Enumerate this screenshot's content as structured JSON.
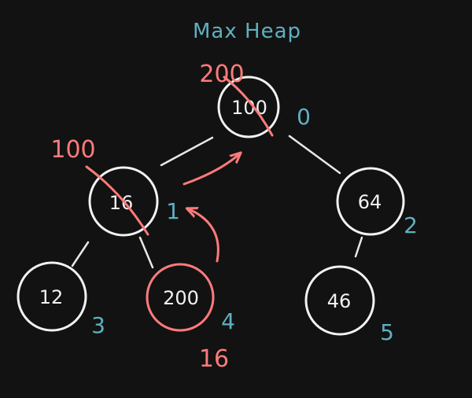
{
  "title": "Max Heap",
  "colors": {
    "background": "#121212",
    "node_stroke": "#f2f2f2",
    "node_text": "#f2f2f2",
    "edge": "#e8e8e8",
    "index_label": "#5fb0c0",
    "highlight": "#ff7b7b"
  },
  "nodes": [
    {
      "id": "root",
      "value": "100",
      "index": "0",
      "highlight": false,
      "crossed": true,
      "replaced_with": "200"
    },
    {
      "id": "left",
      "value": "16",
      "index": "1",
      "highlight": false,
      "crossed": true,
      "replaced_with": "100"
    },
    {
      "id": "right",
      "value": "64",
      "index": "2",
      "highlight": false,
      "crossed": false,
      "replaced_with": ""
    },
    {
      "id": "left-left",
      "value": "12",
      "index": "3",
      "highlight": false,
      "crossed": false,
      "replaced_with": ""
    },
    {
      "id": "left-right",
      "value": "200",
      "index": "4",
      "highlight": true,
      "crossed": false,
      "replaced_with": "16"
    },
    {
      "id": "right-left",
      "value": "46",
      "index": "5",
      "highlight": false,
      "crossed": false,
      "replaced_with": ""
    }
  ],
  "edges": [
    {
      "from": "root",
      "to": "left"
    },
    {
      "from": "root",
      "to": "right"
    },
    {
      "from": "left",
      "to": "left-left"
    },
    {
      "from": "left",
      "to": "left-right"
    },
    {
      "from": "right",
      "to": "right-left"
    }
  ],
  "swap_arrows": [
    {
      "from": "left-right",
      "to": "left",
      "icon": "curved-arrow-icon"
    },
    {
      "from": "left",
      "to": "root",
      "icon": "curved-arrow-icon"
    }
  ]
}
